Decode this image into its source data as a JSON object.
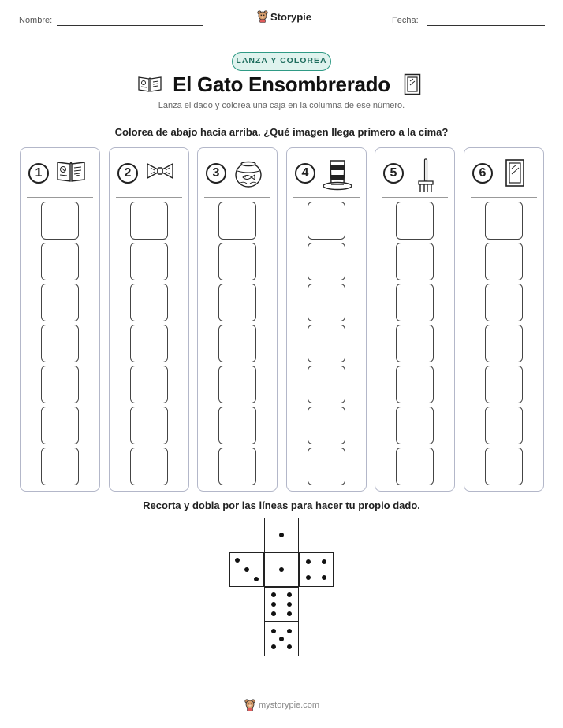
{
  "header": {
    "name_label": "Nombre:",
    "date_label": "Fecha:",
    "brand": "Storypie"
  },
  "badge": "LANZA Y COLOREA",
  "title": "El Gato Ensombrerado",
  "subtitle": "Lanza el dado y colorea una caja en la columna de ese número.",
  "instruction": "Colorea de abajo hacia arriba. ¿Qué imagen llega primero a la cima?",
  "columns": [
    {
      "number": "1",
      "icon": "open-book-icon",
      "boxes": 7
    },
    {
      "number": "2",
      "icon": "bow-tie-icon",
      "boxes": 7
    },
    {
      "number": "3",
      "icon": "fishbowl-icon",
      "boxes": 7
    },
    {
      "number": "4",
      "icon": "striped-hat-icon",
      "boxes": 7
    },
    {
      "number": "5",
      "icon": "rake-icon",
      "boxes": 7
    },
    {
      "number": "6",
      "icon": "picture-frame-icon",
      "boxes": 7
    }
  ],
  "dice_instruction": "Recorta y dobla por las líneas para hacer tu propio dado.",
  "dice_faces": [
    1,
    3,
    1,
    4,
    6,
    5
  ],
  "footer": "mystorypie.com"
}
